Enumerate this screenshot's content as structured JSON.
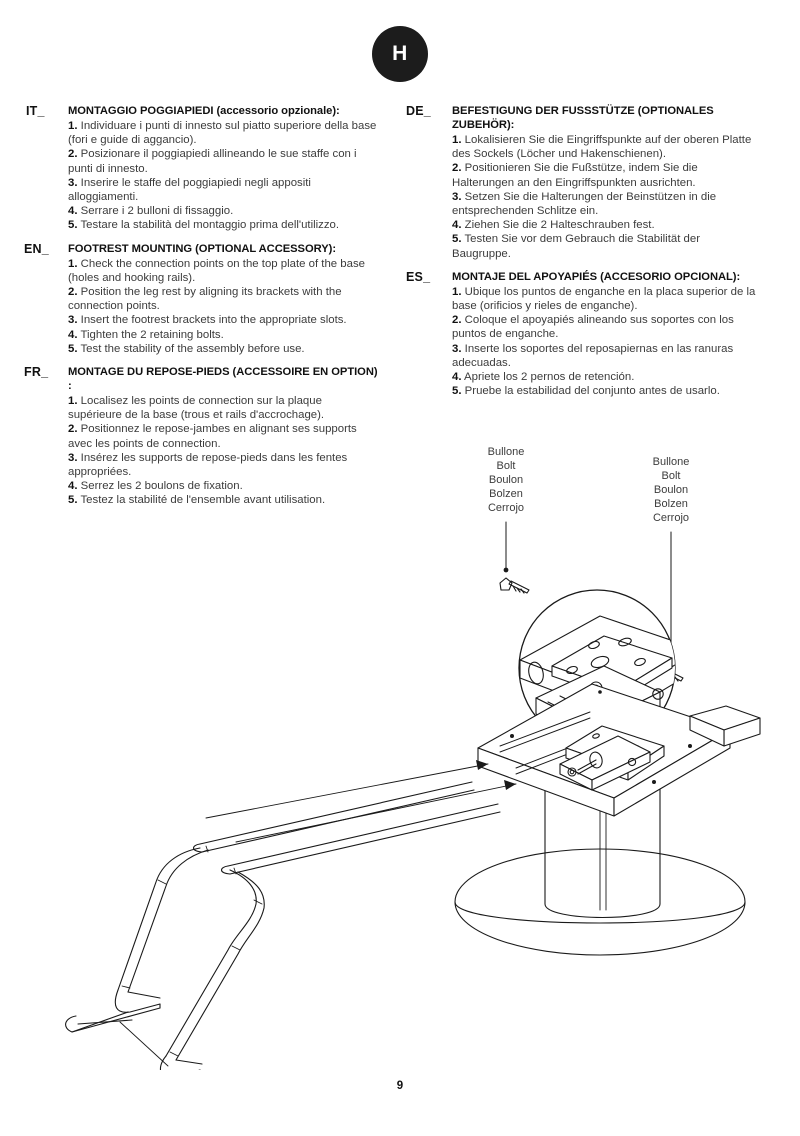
{
  "badge": {
    "letter": "H"
  },
  "footer": {
    "page_number": "9"
  },
  "columns": {
    "left": [
      {
        "tag": "IT_",
        "title": "MONTAGGIO POGGIAPIEDI (accessorio opzionale):",
        "steps": [
          {
            "num": "1.",
            "text": "Individuare i punti di innesto sul piatto superiore della base (fori e guide di aggancio)."
          },
          {
            "num": "2.",
            "text": "Posizionare il poggiapiedi allineando le sue staffe con i punti di innesto."
          },
          {
            "num": "3.",
            "text": "Inserire le staffe del poggiapiedi negli appositi alloggiamenti."
          },
          {
            "num": "4.",
            "text": "Serrare i 2 bulloni di fissaggio."
          },
          {
            "num": "5.",
            "text": "Testare la stabilità del montaggio prima dell'utilizzo."
          }
        ]
      },
      {
        "tag": "EN_",
        "title": "FOOTREST MOUNTING (OPTIONAL ACCESSORY):",
        "steps": [
          {
            "num": "1.",
            "text": "Check the connection points on the top plate of the base (holes and hooking rails)."
          },
          {
            "num": "2.",
            "text": "Position the leg rest by aligning its brackets with the connection points."
          },
          {
            "num": "3.",
            "text": "Insert the footrest brackets into the appropriate slots."
          },
          {
            "num": "4.",
            "text": "Tighten the 2 retaining bolts."
          },
          {
            "num": "5.",
            "text": "Test the stability of the assembly before use."
          }
        ]
      },
      {
        "tag": "FR_",
        "title": "MONTAGE DU REPOSE-PIEDS (ACCESSOIRE EN OPTION) :",
        "steps": [
          {
            "num": "1.",
            "text": "Localisez les points de connection sur la plaque supérieure de la base (trous et rails d'accrochage)."
          },
          {
            "num": "2.",
            "text": "Positionnez le repose-jambes en alignant ses supports avec les points de connection."
          },
          {
            "num": "3.",
            "text": "Insérez les supports de repose-pieds dans les fentes appropriées."
          },
          {
            "num": "4.",
            "text": "Serrez les 2 boulons de fixation."
          },
          {
            "num": "5.",
            "text": "Testez la stabilité de l'ensemble avant utilisation."
          }
        ]
      }
    ],
    "right": [
      {
        "tag": "DE_",
        "title": "BEFESTIGUNG DER FUSSSTÜTZE (OPTIONALES ZUBEHÖR):",
        "steps": [
          {
            "num": "1.",
            "text": "Lokalisieren Sie die Eingriffspunkte auf der oberen Platte des Sockels (Löcher und Hakenschienen)."
          },
          {
            "num": "2.",
            "text": "Positionieren Sie die Fußstütze, indem Sie die Halterungen an den Eingriffspunkten ausrichten."
          },
          {
            "num": "3.",
            "text": "Setzen Sie die Halterungen der Beinstützen in die entsprechenden Schlitze ein."
          },
          {
            "num": "4.",
            "text": "Ziehen Sie die 2 Halteschrauben fest."
          },
          {
            "num": "5.",
            "text": "Testen Sie vor dem Gebrauch die Stabilität der Baugruppe."
          }
        ]
      },
      {
        "tag": "ES_",
        "title": "MONTAJE DEL APOYAPIÉS (ACCESORIO OPCIONAL):",
        "steps": [
          {
            "num": "1.",
            "text": "Ubique los puntos de enganche en la placa superior de la base (orificios y rieles de enganche)."
          },
          {
            "num": "2.",
            "text": "Coloque el apoyapiés alineando sus soportes con los puntos de enganche."
          },
          {
            "num": "3.",
            "text": "Inserte los soportes del reposapiernas en las ranuras adecuadas."
          },
          {
            "num": "4.",
            "text": "Apriete los 2 pernos de retención."
          },
          {
            "num": "5.",
            "text": "Pruebe la estabilidad del conjunto antes de usarlo."
          }
        ]
      }
    ]
  },
  "diagram": {
    "callouts": [
      {
        "id": "bolt-left",
        "lines": [
          "Bullone",
          "Bolt",
          "Boulon",
          "Bolzen",
          "Cerrojo"
        ]
      },
      {
        "id": "bolt-right",
        "lines": [
          "Bullone",
          "Bolt",
          "Boulon",
          "Bolzen",
          "Cerrojo"
        ]
      }
    ],
    "line_color": "#1a1a1a"
  }
}
